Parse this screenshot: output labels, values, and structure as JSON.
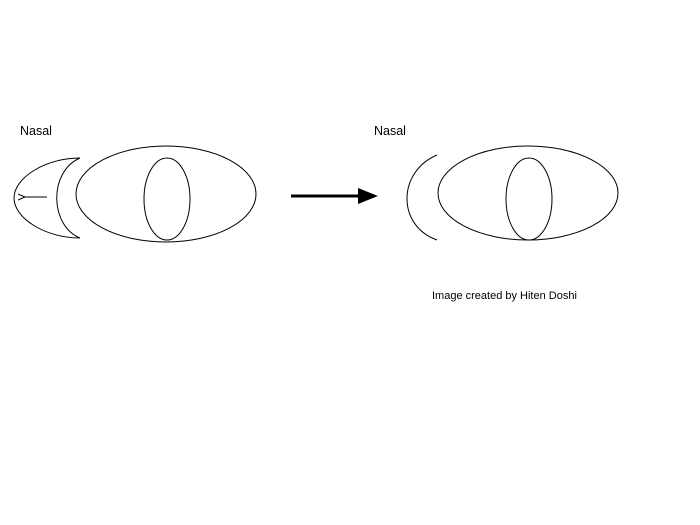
{
  "before": {
    "label": "Nasal"
  },
  "after": {
    "label": "Nasal"
  },
  "credit": "Image created by Hiten Doshi",
  "colors": {
    "stroke": "#000000",
    "background": "#ffffff"
  }
}
